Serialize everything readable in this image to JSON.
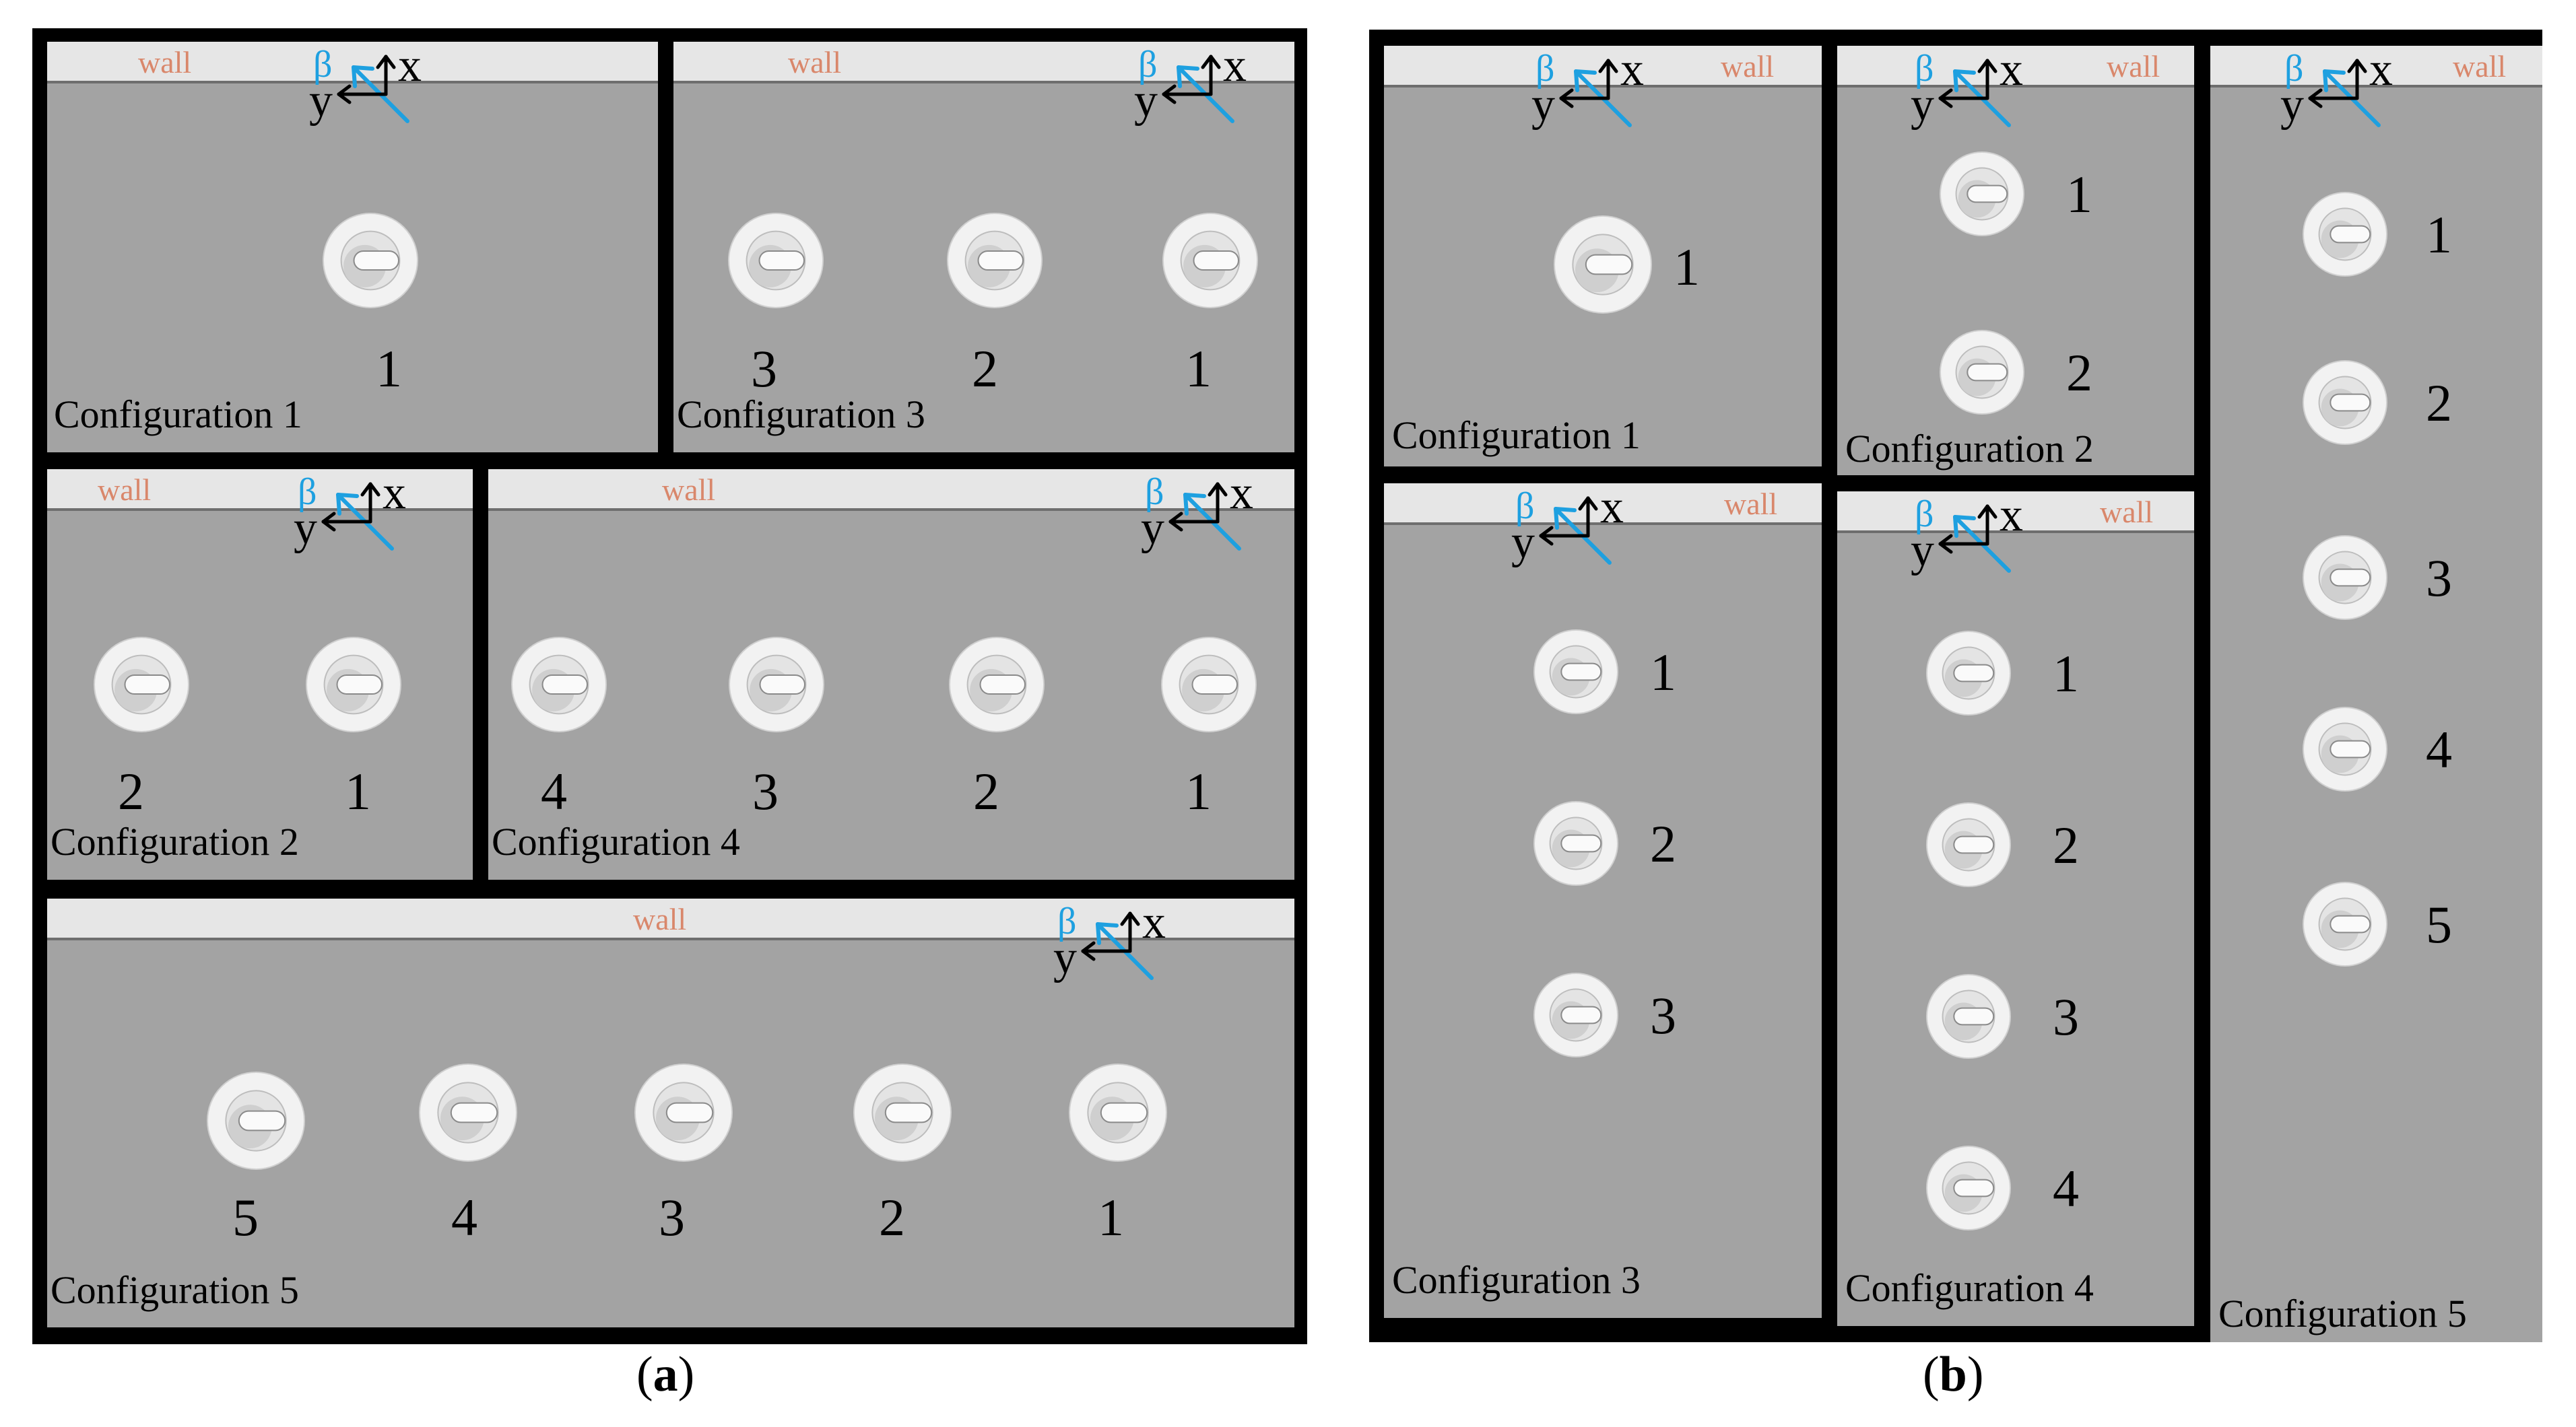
{
  "wall_label": "wall",
  "axes": {
    "beta": "β",
    "x": "x",
    "y": "y"
  },
  "captions": {
    "a": "a",
    "b": "b",
    "open": "(",
    "close": ")"
  },
  "colors": {
    "panel": "#a3a3a3",
    "wall": "#e6e6e6",
    "wall_text": "#d9876b",
    "beta_arrow": "#1ea0e0",
    "cylinder": "#f2f2f2"
  },
  "panels_a": [
    {
      "id": "a1",
      "label": "Configuration 1",
      "numbers": [
        "1"
      ]
    },
    {
      "id": "a3",
      "label": "Configuration 3",
      "numbers": [
        "3",
        "2",
        "1"
      ]
    },
    {
      "id": "a2",
      "label": "Configuration 2",
      "numbers": [
        "2",
        "1"
      ]
    },
    {
      "id": "a4",
      "label": "Configuration 4",
      "numbers": [
        "4",
        "3",
        "2",
        "1"
      ]
    },
    {
      "id": "a5",
      "label": "Configuration 5",
      "numbers": [
        "5",
        "4",
        "3",
        "2",
        "1"
      ]
    }
  ],
  "panels_b": [
    {
      "id": "b1",
      "label": "Configuration 1",
      "numbers": [
        "1"
      ]
    },
    {
      "id": "b2",
      "label": "Configuration 2",
      "numbers": [
        "1",
        "2"
      ]
    },
    {
      "id": "b5",
      "label": "Configuration 5",
      "numbers": [
        "1",
        "2",
        "3",
        "4",
        "5"
      ]
    },
    {
      "id": "b3",
      "label": "Configuration 3",
      "numbers": [
        "1",
        "2",
        "3"
      ]
    },
    {
      "id": "b4",
      "label": "Configuration 4",
      "numbers": [
        "1",
        "2",
        "3",
        "4"
      ]
    }
  ]
}
